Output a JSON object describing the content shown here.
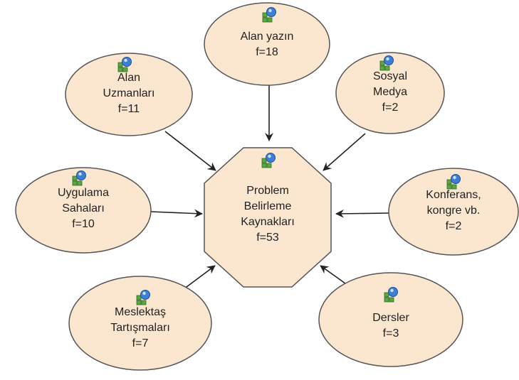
{
  "colors": {
    "node_fill": "#fbe6cf",
    "node_stroke": "#555555",
    "arrow": "#222222",
    "icon_green": "#5aa844",
    "icon_blue": "#3d7fd6"
  },
  "center": {
    "lines": [
      "Problem",
      "Belirleme",
      "Kaynakları",
      "f=53"
    ],
    "icon": "concept-map-node-icon"
  },
  "nodes": [
    {
      "id": "alan-yazin",
      "lines": [
        "Alan yazın",
        "f=18"
      ],
      "icon": "concept-map-node-icon"
    },
    {
      "id": "alan-uzmanlari",
      "lines": [
        "Alan",
        "Uzmanları",
        "f=11"
      ],
      "icon": "concept-map-node-icon"
    },
    {
      "id": "sosyal-medya",
      "lines": [
        "Sosyal",
        "Medya",
        "f=2"
      ],
      "icon": "concept-map-node-icon"
    },
    {
      "id": "uygulama-sahalari",
      "lines": [
        "Uygulama",
        "Sahaları",
        "f=10"
      ],
      "icon": "concept-map-node-icon"
    },
    {
      "id": "konferans",
      "lines": [
        "Konferans,",
        "kongre vb.",
        "f=2"
      ],
      "icon": "concept-map-node-icon"
    },
    {
      "id": "meslektas-tartismalari",
      "lines": [
        "Meslektaş",
        "Tartışmaları",
        "f=7"
      ],
      "icon": "concept-map-node-icon"
    },
    {
      "id": "dersler",
      "lines": [
        "Dersler",
        "f=3"
      ],
      "icon": "concept-map-node-icon"
    }
  ]
}
